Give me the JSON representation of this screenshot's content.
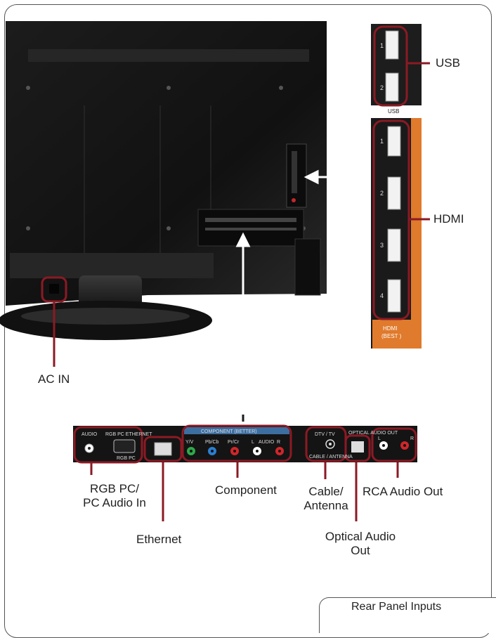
{
  "labels": {
    "usb": "USB",
    "hdmi": "HDMI",
    "ac_in": "AC IN",
    "rgb_pc_line1": "RGB PC/",
    "rgb_pc_line2": "PC Audio In",
    "ethernet": "Ethernet",
    "component": "Component",
    "cable_line1": "Cable/",
    "cable_line2": "Antenna",
    "optical_line1": "Optical Audio",
    "optical_line2": "Out",
    "rca": "RCA Audio Out"
  },
  "caption": "Rear Panel Inputs",
  "usb_panel": {
    "port_numbers": [
      "1",
      "2"
    ],
    "title": "USB"
  },
  "hdmi_panel": {
    "port_numbers": [
      "1",
      "2",
      "3",
      "4"
    ],
    "title_line1": "HDMI",
    "title_line2": "(BEST )"
  },
  "io_panel": {
    "audio": "AUDIO",
    "rgb_header": "RGB PC ETHERNET",
    "rgb_port": "RGB PC",
    "component_header": "COMPONENT (BETTER)",
    "y_v": "Y/V",
    "pb_cb": "Pb/Cb",
    "pr_cr": "Pr/Cr",
    "audio_l": "L",
    "audio_word": "AUDIO",
    "audio_r": "R",
    "dtv_header": "DTV / TV",
    "antenna": "CABLE / ANTENNA",
    "optical_header": "OPTICAL AUDIO OUT",
    "rca_l": "L",
    "rca_r": "R"
  },
  "colors": {
    "highlight": "#8b1a24",
    "hdmi_orange": "#e07a2c",
    "component_blue": "#3d6ea0",
    "tv_black": "#141414",
    "jack_green": "#2fa84a",
    "jack_blue": "#2a7fd0",
    "jack_red": "#d0262a"
  }
}
